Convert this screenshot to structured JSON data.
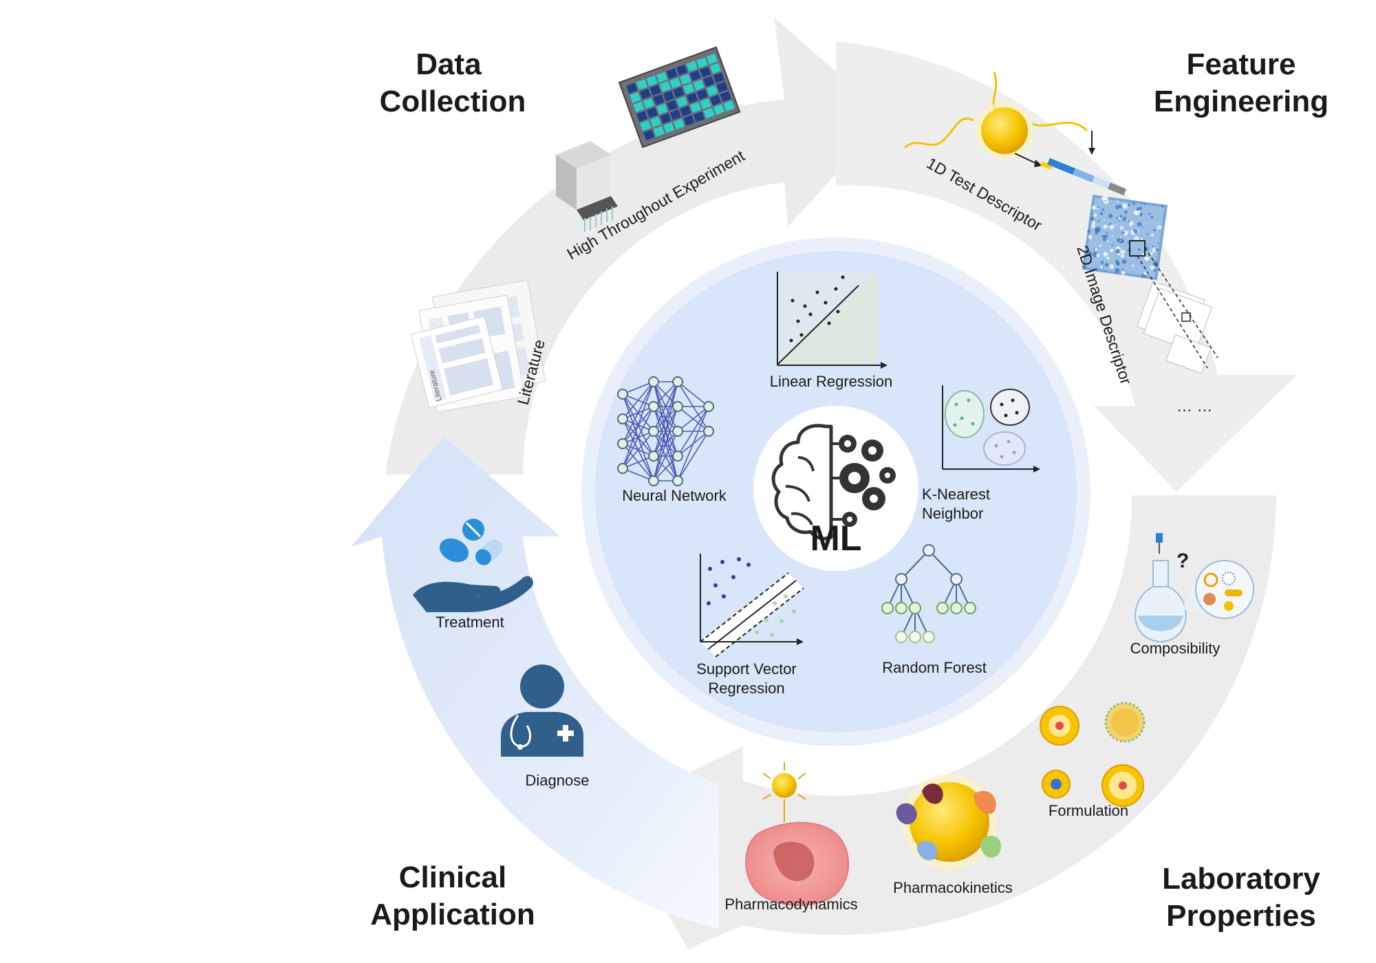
{
  "stages": {
    "data_collection": [
      "Data",
      "Collection"
    ],
    "feature_engineering": [
      "Feature",
      "Engineering"
    ],
    "laboratory_properties": [
      "Laboratory",
      "Properties"
    ],
    "clinical_application": [
      "Clinical",
      "Application"
    ]
  },
  "data_collection_items": {
    "hte": "High Throughout Experiment",
    "literature": "Literature",
    "doc_label": "Literature"
  },
  "feature_items": {
    "d1": "1D Test Descriptor",
    "d2": "2D Image Descriptor",
    "more": "… …"
  },
  "lab_items": {
    "compos": "Composibility",
    "formulation": "Formulation",
    "pk": "Pharmacokinetics",
    "pd": "Pharmacodynamics"
  },
  "clinical_items": {
    "treatment": "Treatment",
    "diagnose": "Diagnose"
  },
  "ml": {
    "center": "ML",
    "linear_regression": "Linear Regression",
    "neural_network": "Neural Network",
    "knn": [
      "K-Nearest",
      "Neighbor"
    ],
    "svr": [
      "Support Vector",
      "Regression"
    ],
    "random_forest": "Random Forest"
  },
  "colors": {
    "arrow_grey": "#ebebeb",
    "arrow_blue": "#dbe6f8",
    "inner_disc": "#d9e5f8",
    "inner_ring": "#e9f0fb",
    "icon_blue": "#2f5f8a",
    "nn_blue": "#4a5bb0",
    "node_green": "#7fbf7f"
  }
}
